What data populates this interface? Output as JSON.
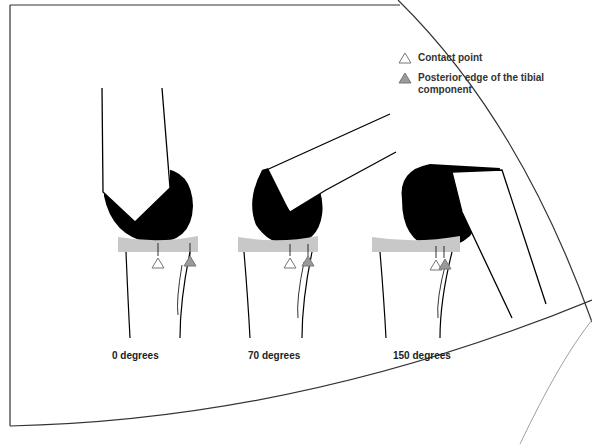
{
  "diagram": {
    "labels": [
      "0 degrees",
      "70 degrees",
      "150 degrees"
    ],
    "legend": [
      {
        "text": "Contact point"
      },
      {
        "text": "Posterior edge of the tibial component"
      }
    ]
  }
}
